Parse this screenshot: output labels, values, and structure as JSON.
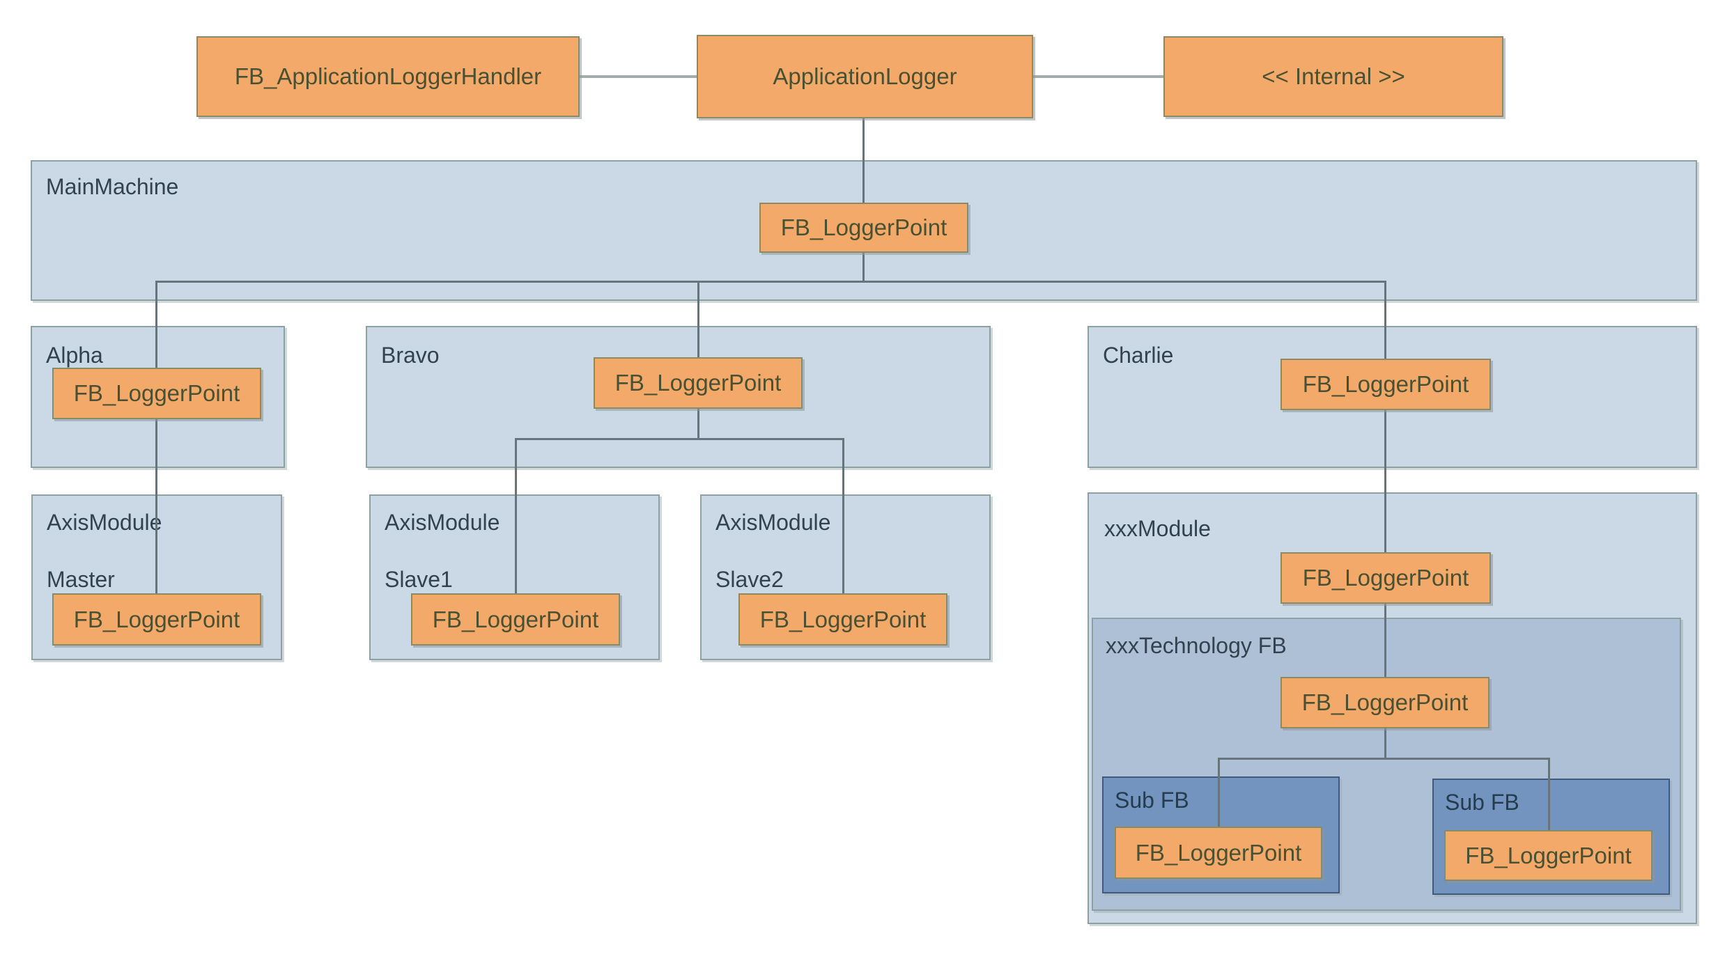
{
  "diagram": {
    "fb_label": "FB_LoggerPoint",
    "top": {
      "handler": "FB_ApplicationLoggerHandler",
      "logger": "ApplicationLogger",
      "internal": "<< Internal >>"
    },
    "containers": {
      "mainmachine": "MainMachine",
      "alpha": "Alpha",
      "bravo": "Bravo",
      "charlie": "Charlie",
      "axis_master_line1": "AxisModule",
      "axis_master_line2": "Master",
      "axis_slave1_line1": "AxisModule",
      "axis_slave1_line2": "Slave1",
      "axis_slave2_line1": "AxisModule",
      "axis_slave2_line2": "Slave2",
      "xxxmodule": "xxxModule",
      "xxxtech": "xxxTechnology FB",
      "subfb_left": "Sub FB",
      "subfb_right": "Sub FB"
    },
    "colors": {
      "node_orange": "#f3a969",
      "node_border": "#8a8a63",
      "container_blue": "#cbd8e6",
      "tech_blue": "#aec0d6",
      "subfb_blue": "#7394bf",
      "container_border": "#8ca1a4",
      "tree_line": "#68747c",
      "top_connector": "#a3abab",
      "label_text": "#32424e",
      "node_text": "#4a5133"
    }
  }
}
